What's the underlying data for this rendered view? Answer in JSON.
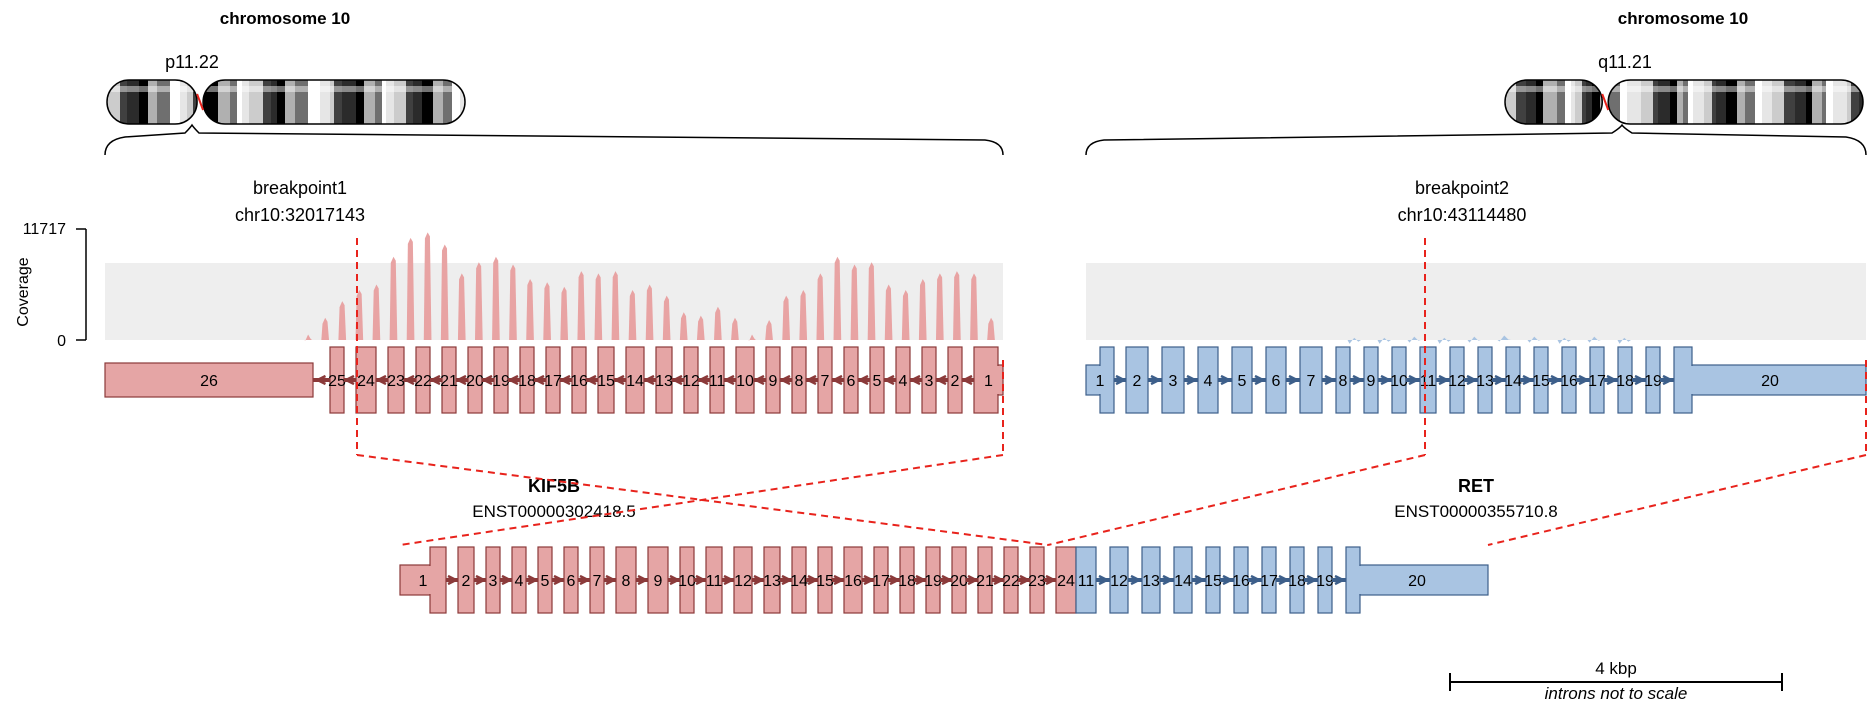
{
  "left": {
    "chromosome_label": "chromosome 10",
    "band": "p11.22",
    "breakpoint_label": "breakpoint1",
    "breakpoint_coord": "chr10:32017143",
    "gene_name": "KIF5B",
    "transcript": "ENST00000302418.5",
    "exons": [
      "26",
      "25",
      "24",
      "23",
      "22",
      "21",
      "20",
      "19",
      "18",
      "17",
      "16",
      "15",
      "14",
      "13",
      "12",
      "11",
      "10",
      "9",
      "8",
      "7",
      "6",
      "5",
      "4",
      "3",
      "2",
      "1"
    ]
  },
  "right": {
    "chromosome_label": "chromosome 10",
    "band": "q11.21",
    "breakpoint_label": "breakpoint2",
    "breakpoint_coord": "chr10:43114480",
    "gene_name": "RET",
    "transcript": "ENST00000355710.8",
    "exons": [
      "1",
      "2",
      "3",
      "4",
      "5",
      "6",
      "7",
      "8",
      "9",
      "10",
      "11",
      "12",
      "13",
      "14",
      "15",
      "16",
      "17",
      "18",
      "19",
      "20"
    ]
  },
  "coverage": {
    "axis_label": "Coverage",
    "max_label": "11717",
    "min_label": "0",
    "max_value": 11717,
    "left_peaks": [
      0.05,
      0.2,
      0.35,
      0.45,
      0.5,
      0.75,
      0.92,
      0.97,
      0.86,
      0.6,
      0.7,
      0.75,
      0.68,
      0.55,
      0.52,
      0.48,
      0.62,
      0.6,
      0.62,
      0.45,
      0.5,
      0.4,
      0.25,
      0.22,
      0.3,
      0.2,
      0.05,
      0.18,
      0.4,
      0.45,
      0.6,
      0.75,
      0.68,
      0.7,
      0.5,
      0.45,
      0.55,
      0.6,
      0.62,
      0.6,
      0.2
    ],
    "right_peaks": [
      0.02,
      0.02,
      0.03,
      0.02,
      0.03,
      0.04,
      0.03,
      0.02,
      0.03,
      0.02
    ]
  },
  "fusion": {
    "left_exons": [
      "1",
      "2",
      "3",
      "4",
      "5",
      "6",
      "7",
      "8",
      "9",
      "10",
      "11",
      "12",
      "13",
      "14",
      "15",
      "16",
      "17",
      "18",
      "19",
      "20",
      "21",
      "22",
      "23",
      "24"
    ],
    "right_exons": [
      "11",
      "12",
      "13",
      "14",
      "15",
      "16",
      "17",
      "18",
      "19",
      "20"
    ]
  },
  "scale": {
    "label": "4 kbp",
    "note": "introns not to scale"
  },
  "colors": {
    "kif5b_fill": "#e5a5a5",
    "kif5b_stroke": "#8b3a3a",
    "ret_fill": "#a9c4e2",
    "ret_stroke": "#3d5f8a",
    "coverage_bg": "#eeeeee",
    "coverage_left": "#e8a3a3",
    "coverage_right": "#a9c4e2",
    "breakpoint": "#e8231c"
  }
}
